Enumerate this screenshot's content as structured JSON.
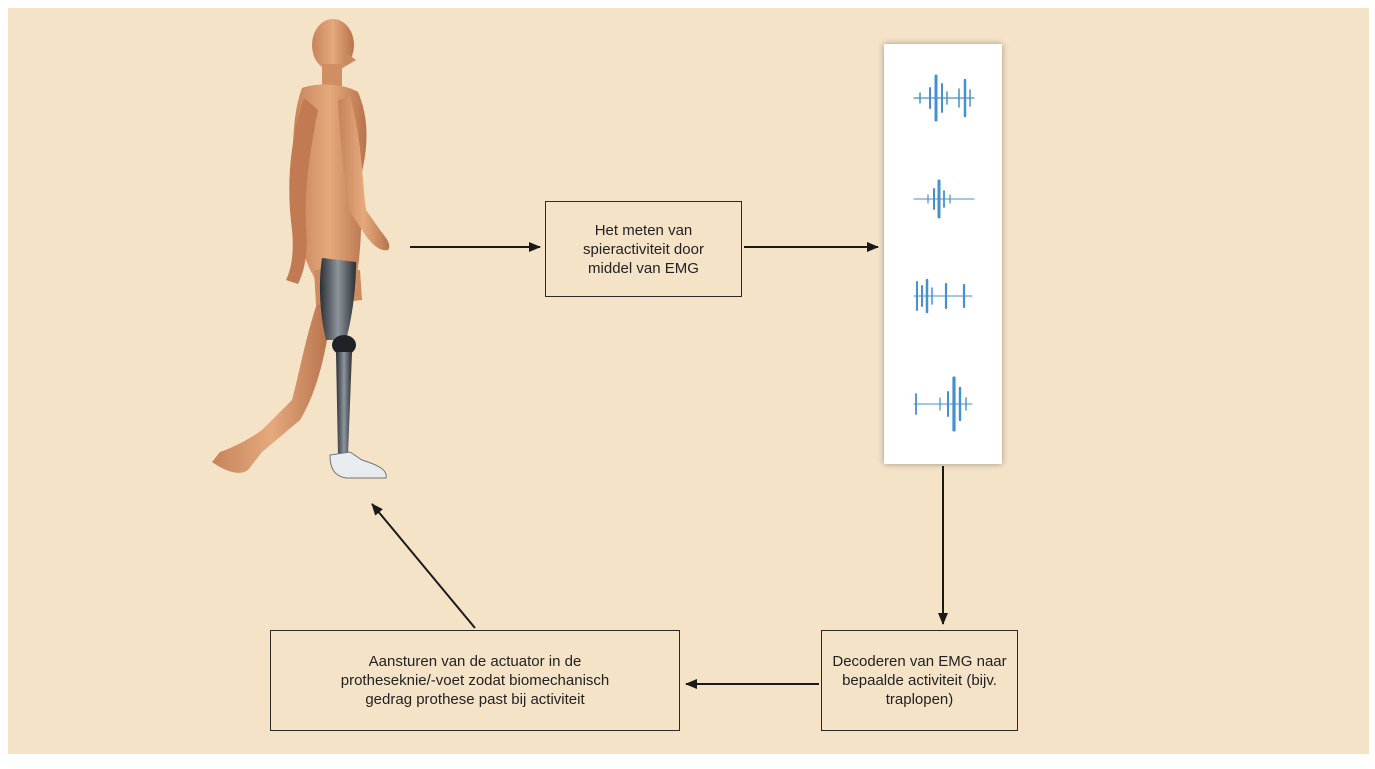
{
  "diagram": {
    "nodes": {
      "measure": {
        "label": "Het meten van\nspieractiviteit door\nmiddel van EMG"
      },
      "decode": {
        "label": "Decoderen van EMG naar\nbepaalde activiteit (bijv.\ntraplopen)"
      },
      "control": {
        "label": "Aansturen van de actuator in de\nprotheseknie/-voet zodat biomechanisch\ngedrag prothese past bij activiteit"
      }
    },
    "edges": [
      {
        "from": "walker",
        "to": "measure"
      },
      {
        "from": "measure",
        "to": "emg-signals"
      },
      {
        "from": "emg-signals",
        "to": "decode"
      },
      {
        "from": "decode",
        "to": "control"
      },
      {
        "from": "control",
        "to": "walker"
      }
    ],
    "emg_signal_count": 4
  },
  "colors": {
    "background": "#f5e3c8",
    "box_border": "#2a2a2a",
    "arrow": "#1a1a1a",
    "emg_signal": "#2f86c8",
    "skin": "#d9996a",
    "prosthesis": "#3a3f45"
  }
}
